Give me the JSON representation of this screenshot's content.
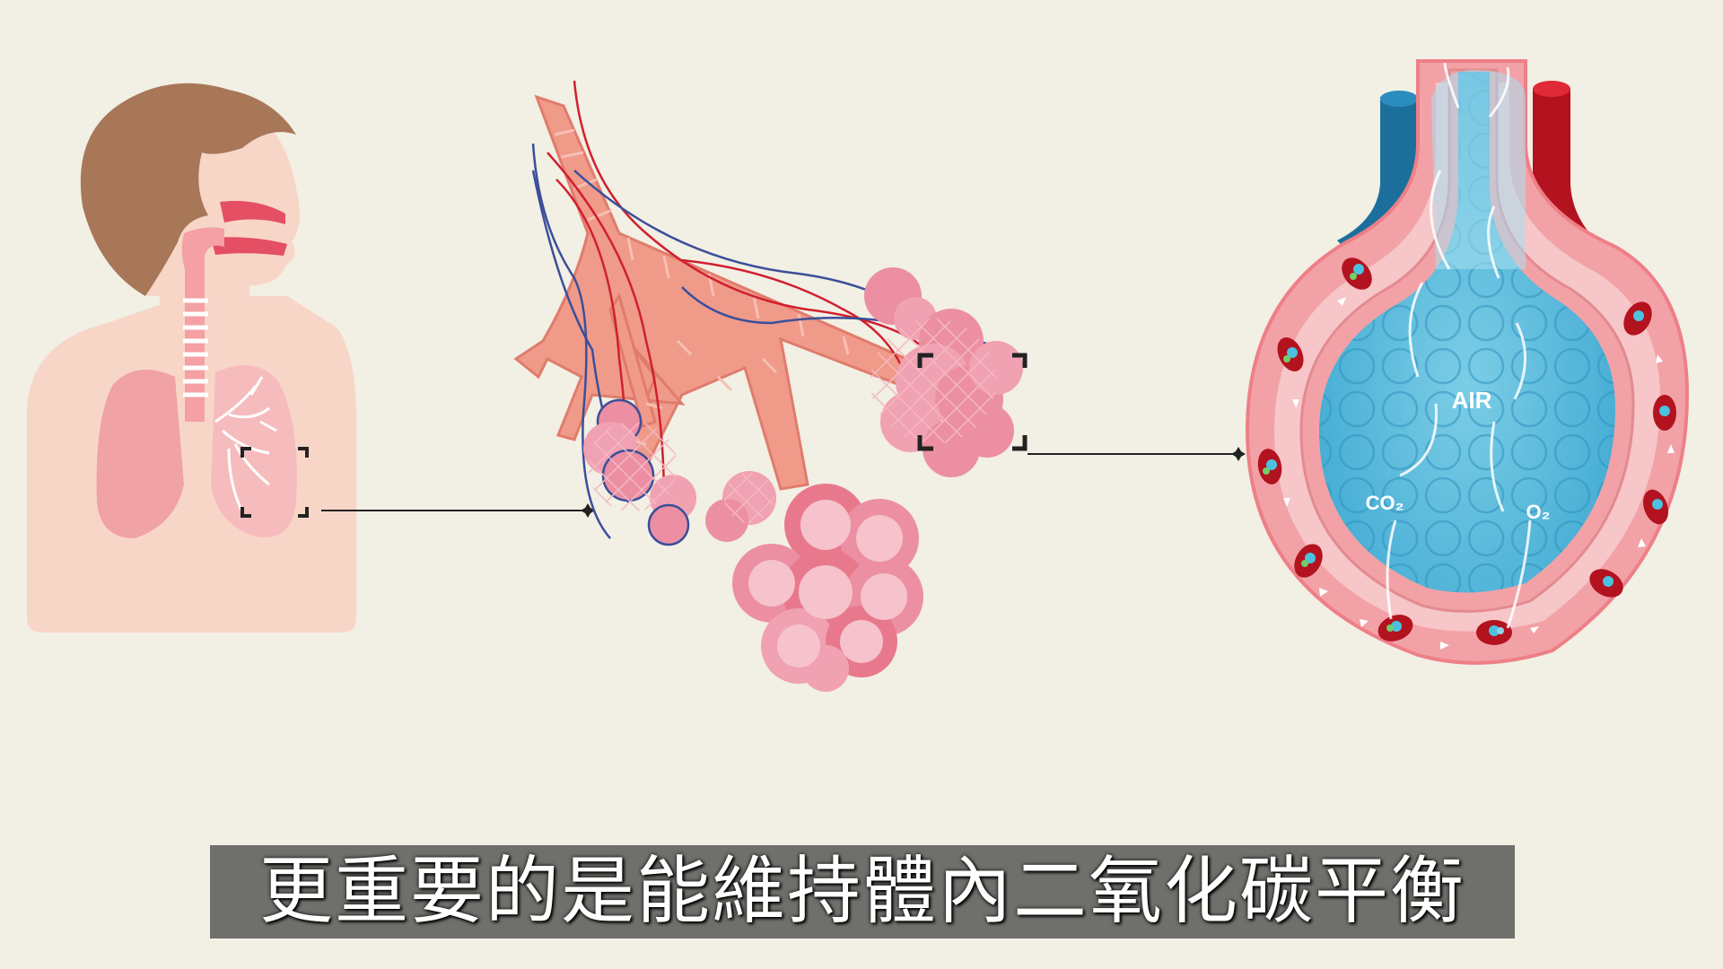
{
  "labels": {
    "air": "AIR",
    "co2": "CO₂",
    "o2": "O₂"
  },
  "subtitle": "更重要的是能維持體內二氧化碳平衡",
  "colors": {
    "background": "#f2efe4",
    "skin": "#f7d6c8",
    "hair": "#a87758",
    "lung": "#f0a2a4",
    "alveoli": "#e8798d",
    "vein": "#3a4f9a",
    "artery": "#d0202e",
    "airSac": "#8fd3e8"
  }
}
